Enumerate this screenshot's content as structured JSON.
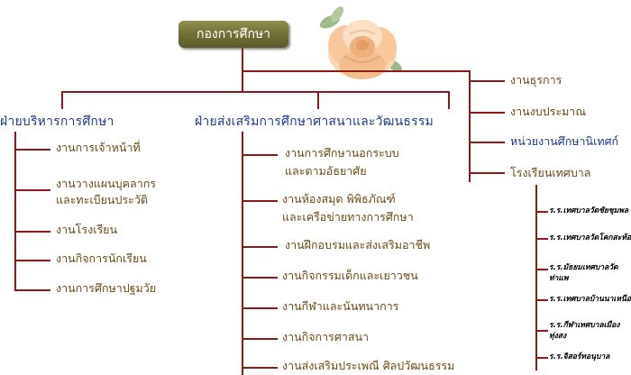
{
  "root": {
    "label": "กองการศึกษา"
  },
  "branches": {
    "admin": {
      "title": "ฝ่ายบริหารการศึกษา",
      "items": [
        "งานการเจ้าหน้าที่",
        "งานวางแผนบุคลากร",
        "และทะเบียนประวัติ",
        "งานโรงเรียน",
        "งานกิจการนักเรียน",
        "งานการศึกษาปฐมวัย"
      ]
    },
    "promotion": {
      "title": "ฝ่ายส่งเสริมการศึกษาศาสนาและวัฒนธรรม",
      "items": [
        "งานการศึกษานอกระบบ",
        "และตามอัธยาศัย",
        "งานห้องสมุด พิพิธภัณฑ์",
        "และเครือข่ายทางการศึกษา",
        "งานฝึกอบรมและส่งเสริมอาชีพ",
        "งานกิจกรรมเด็กและเยาวชน",
        "งานกีฬาและนันทนาการ",
        "งานกิจการศาสนา",
        "งานส่งเสริมประเพณี ศิลปวัฒนธรรม"
      ]
    },
    "right": {
      "items": [
        "งานธุรการ",
        "งานงบประมาณ",
        "หน่วยงานศึกษานิเทศก์",
        "โรงเรียนเทศบาล"
      ],
      "schools": [
        "ร.ร.เทศบาลวัดชัยชุมพล",
        "ร.ร.เทศบาลวัดโคกสะท้อน",
        "ร.ร.มัธยมเทศบาลวัด",
        "ท่าแพ",
        "ร.ร.เทศบาลบ้านนาเหนือ",
        "ร.ร.กีฬาเทศบาลเมือง",
        "ทุ่งสง",
        "ร.ร.จิสอร์ทอนุบาล"
      ]
    }
  },
  "colors": {
    "connector": "#8b1a1a",
    "heading": "#1f3a8a",
    "item_text": "#6a4a14",
    "root_fill": "#6e6e34",
    "rose": "#f6c89c"
  },
  "decoration": {
    "rose_icon": "rose-icon"
  }
}
